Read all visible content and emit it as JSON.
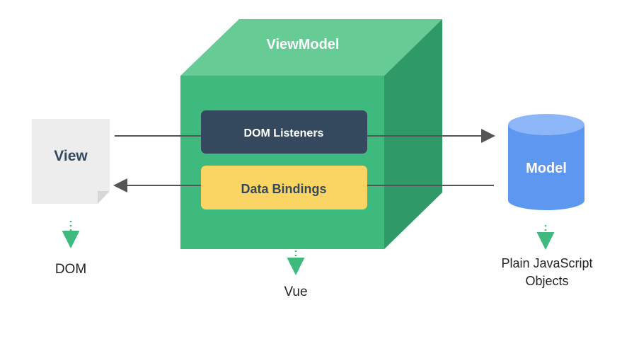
{
  "view": {
    "label": "View",
    "caption": "DOM"
  },
  "viewmodel": {
    "title": "ViewModel",
    "dom_listeners_label": "DOM Listeners",
    "data_bindings_label": "Data Bindings",
    "caption": "Vue"
  },
  "model": {
    "label": "Model",
    "caption_line1": "Plain JavaScript",
    "caption_line2": "Objects"
  },
  "colors": {
    "cube_front": "#3EBA7F",
    "cube_top": "#67CB96",
    "cube_side": "#2F9A67",
    "dom_listeners_fill": "#35495E",
    "data_bindings_fill": "#FBD563",
    "model_fill": "#5E97F0",
    "model_top": "#8CB6F8",
    "view_paper": "#EDEDED",
    "arrow": "#555555",
    "dotted_arrow": "#3EBA7F"
  }
}
